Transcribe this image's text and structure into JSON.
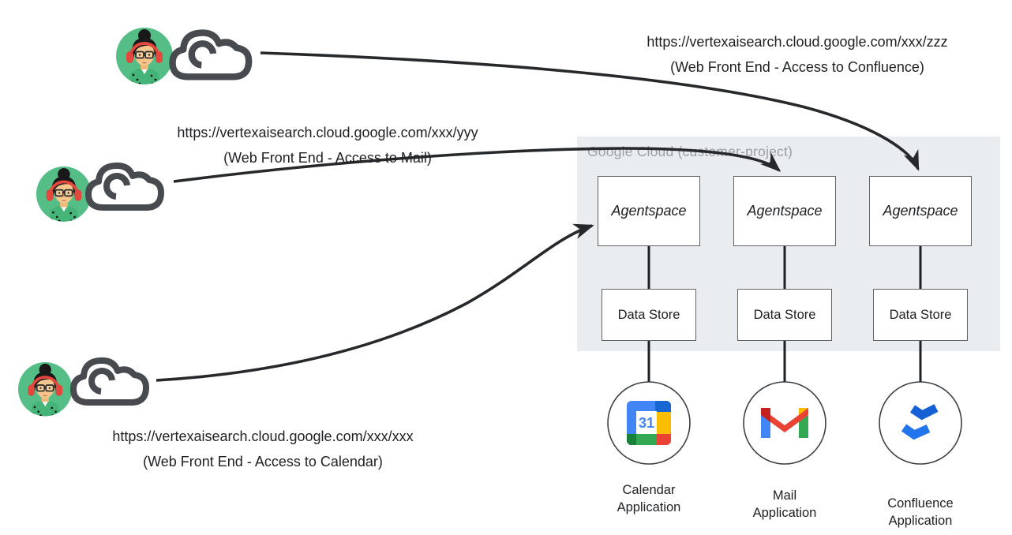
{
  "accounts": [
    {
      "avatar": "support-woman-avatar",
      "url": "https://vertexaisearch.cloud.google.com/xxx/zzz",
      "caption": "(Web Front End - Access to Confluence)"
    },
    {
      "avatar": "support-woman-avatar",
      "url": "https://vertexaisearch.cloud.google.com/xxx/yyy",
      "caption": "(Web Front End - Access to Mail)"
    },
    {
      "avatar": "support-woman-avatar",
      "url": "https://vertexaisearch.cloud.google.com/xxx/xxx",
      "caption": "(Web Front End - Access to Calendar)"
    }
  ],
  "gcp": {
    "title": "Google Cloud (customer-project)",
    "columns": [
      {
        "agent": "Agentspace",
        "store": "Data Store",
        "app_label": "Calendar Application",
        "icon": "google-calendar-icon"
      },
      {
        "agent": "Agentspace",
        "store": "Data Store",
        "app_label": "Mail Application",
        "icon": "gmail-icon"
      },
      {
        "agent": "Agentspace",
        "store": "Data Store",
        "app_label": "Confluence Application",
        "icon": "confluence-icon"
      }
    ]
  },
  "icons": {
    "calendar_day": "31"
  },
  "colors": {
    "container_bg": "#EAEDF0",
    "container_title": "#9AA0A6",
    "arrow_stroke": "#26282B",
    "cloud_stroke": "#474B4F",
    "box_border": "#5F6368",
    "text": "#202124",
    "avatar_green": "#55BE86",
    "headphone_red": "#E2483D",
    "google_blue": "#4285F4",
    "google_dark_blue": "#1967D2",
    "google_red": "#EA4335",
    "google_dark_red": "#C5221F",
    "google_yellow": "#FBBC04",
    "google_green": "#34A853",
    "google_dark_green": "#188038",
    "confluence_blue": "#1B6AE4"
  }
}
